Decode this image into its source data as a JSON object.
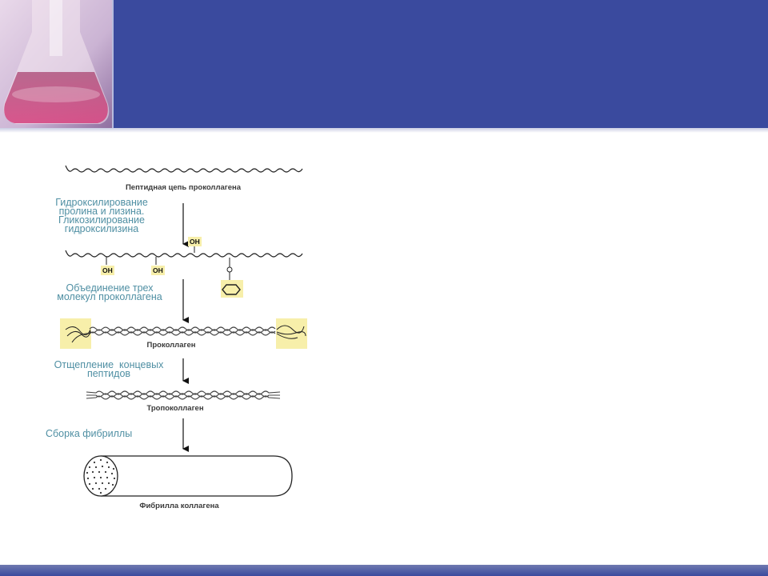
{
  "steps": {
    "s1": "Гидроксилирование\nпролина и лизина.\nГликозилирование\nгидроксилизина",
    "s2": "Объединение трех\nмолекул проколлагена",
    "s3": "Отщепление  концевых\nпептидов",
    "s4": "Сборка фибриллы"
  },
  "captions": {
    "c1": "Пептидная цепь проколлагена",
    "c2": "Проколлаген",
    "c3": "Тропоколлаген",
    "c4": "Фибрилла коллагена"
  },
  "labels": {
    "oh": "OH"
  },
  "colors": {
    "header": "#3a4a9e",
    "step_text": "#4f8fa3",
    "highlight": "#f7efaa"
  }
}
